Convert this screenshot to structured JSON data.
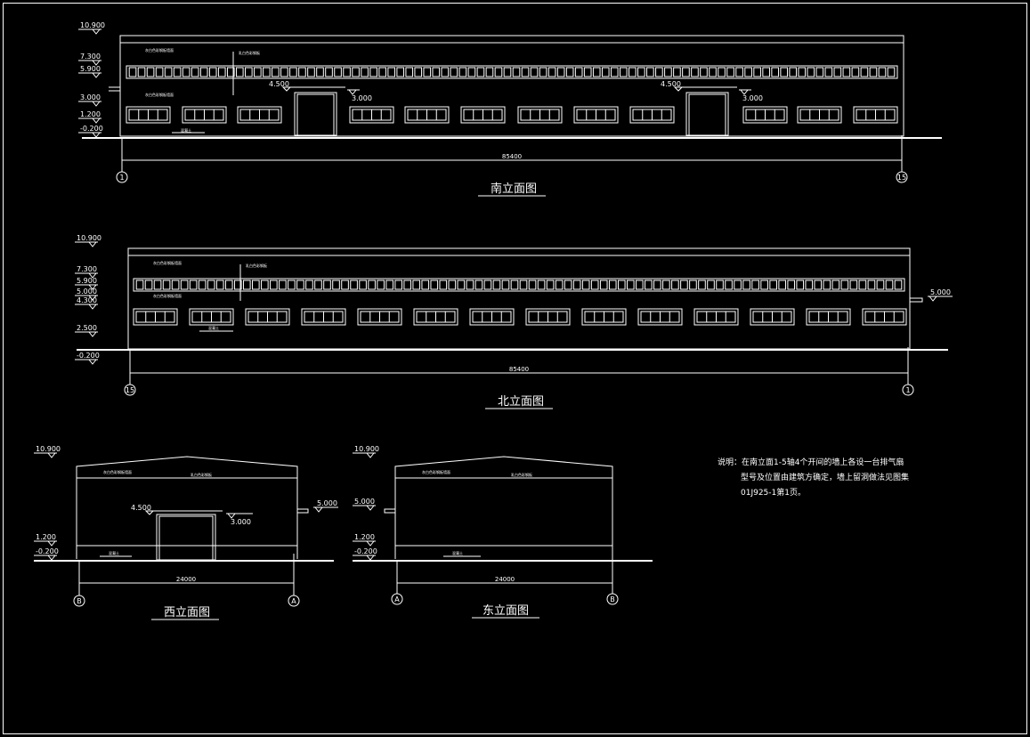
{
  "south": {
    "title": "南立面图",
    "levels": [
      "10.900",
      "7.300",
      "5.900",
      "3.000",
      "1.200",
      "-0.200"
    ],
    "door_levels": [
      "4.500",
      "3.000",
      "4.500",
      "3.000"
    ],
    "dimension": "85400",
    "axis_left": "1",
    "axis_right": "15",
    "callouts": [
      "灰白色彩钢板墙面",
      "乳白色彩钢板",
      "灰白色彩钢板墙面",
      "混凝土"
    ]
  },
  "north": {
    "title": "北立面图",
    "levels": [
      "10.900",
      "7.300",
      "5.900",
      "5.000",
      "4.300",
      "2.500",
      "-0.200"
    ],
    "right_level": "5.000",
    "dimension": "85400",
    "axis_left": "15",
    "axis_right": "1",
    "callouts": [
      "灰白色彩钢板墙面",
      "乳白色彩钢板",
      "灰白色彩钢板墙面",
      "混凝土"
    ]
  },
  "west": {
    "title": "西立面图",
    "levels": [
      "10.900",
      "1.200",
      "-0.200"
    ],
    "door_levels": [
      "4.500",
      "3.000"
    ],
    "right_level": "5.000",
    "dimension": "24000",
    "axis_left": "B",
    "axis_right": "A",
    "callouts": [
      "灰白色彩钢板墙面",
      "乳白色彩钢板",
      "混凝土"
    ]
  },
  "east": {
    "title": "东立面图",
    "levels": [
      "10.900",
      "5.000",
      "1.200",
      "-0.200"
    ],
    "dimension": "24000",
    "axis_left": "A",
    "axis_right": "B",
    "callouts": [
      "灰白色彩钢板墙面",
      "乳白色彩钢板",
      "混凝土"
    ]
  },
  "note": {
    "line1": "说明：在南立面1-5轴4个开间的墙上各设一台排气扇",
    "line2": "型号及位置由建筑方确定，墙上留洞做法见图集",
    "line3": "01J925-1第1页。"
  }
}
